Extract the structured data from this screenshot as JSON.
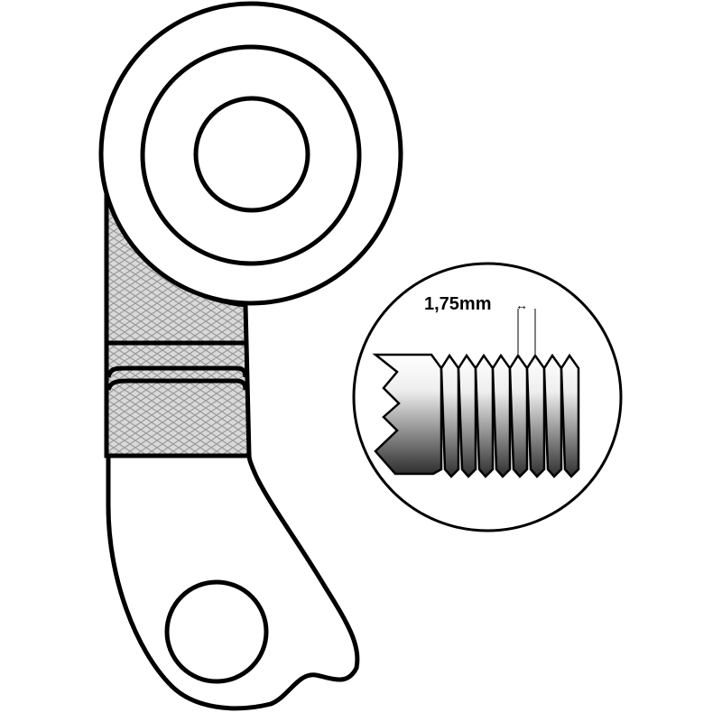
{
  "diagram": {
    "subject": "derailleur hanger",
    "callout": {
      "pitch_label": "1,75mm",
      "arrow_glyph": "↔",
      "thread_count": 8
    },
    "colors": {
      "stroke": "#000000",
      "background": "#ffffff",
      "hatch_fill": "#d9d9d9",
      "hatch_line": "#9a9a9a",
      "bolt_light": "#f4f4f4",
      "bolt_dark": "#3a3a3a"
    }
  }
}
